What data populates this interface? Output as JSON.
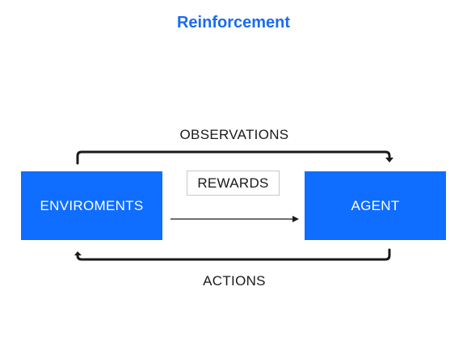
{
  "title": "Reinforcement",
  "diagram": {
    "observations_label": "OBSERVATIONS",
    "actions_label": "ACTIONS",
    "rewards_label": "REWARDS",
    "environment_label": "ENVIROMENTS",
    "agent_label": "AGENT",
    "colors": {
      "title": "#1a6cf0",
      "box_fill": "#0f6dff",
      "box_text": "#ffffff",
      "connector": "#1a1a1a"
    }
  }
}
